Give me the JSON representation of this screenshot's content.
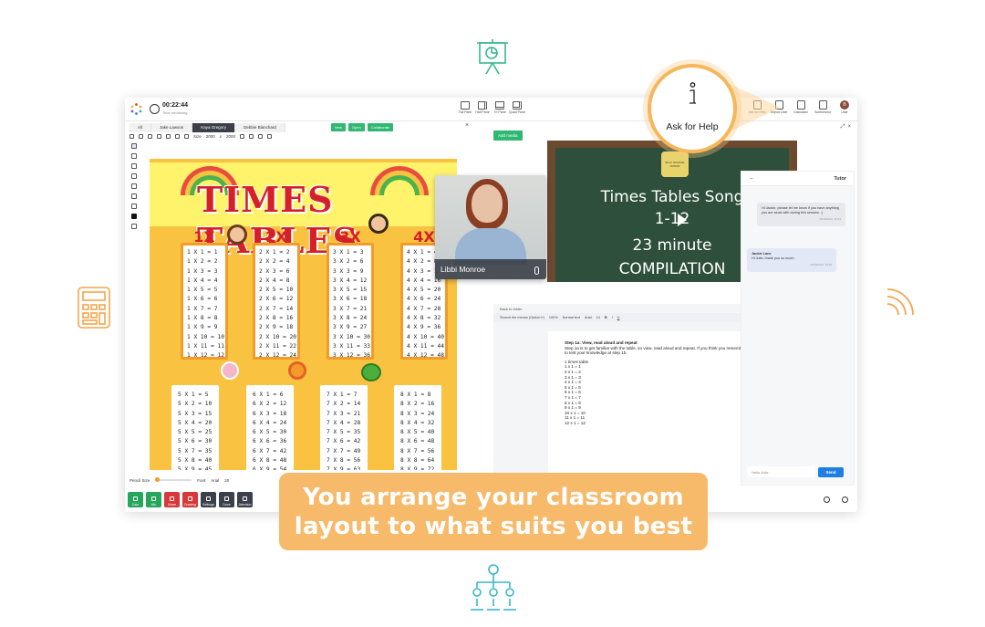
{
  "colors": {
    "accent_green": "#2eb872",
    "accent_orange": "#f7ba6b",
    "danger": "#d8383a",
    "dark": "#3b404a",
    "send_blue": "#1f7fe0"
  },
  "topbar": {
    "timer": "00:22:44",
    "timer_sub": "Time remaining",
    "panes": [
      "Full Pane",
      "Half Pane",
      "Tri Pane",
      "Quad Pane"
    ],
    "tools": [
      "Ask for Help",
      "Report User",
      "Calculator",
      "Screenshot",
      "User"
    ],
    "user_initial": "B"
  },
  "left_panel": {
    "tabs": [
      "All",
      "Jake Lawson",
      "Kaya Gregory",
      "Debbie Blanchard"
    ],
    "active_tab": 2,
    "actions": [
      "New",
      "Open",
      "Collaborate"
    ],
    "toolbar": {
      "size_label": "Size",
      "width": "2000",
      "x": "x",
      "height": "2000"
    },
    "poster": {
      "title": "TIMES TABLES",
      "top_heads": [
        "1X",
        "2X",
        "3X",
        "4X"
      ],
      "col1": [
        "1 X 1 = 1",
        "1 X 2 = 2",
        "1 X 3 = 3",
        "1 X 4 = 4",
        "1 X 5 = 5",
        "1 X 6 = 6",
        "1 X 7 = 7",
        "1 X 8 = 8",
        "1 X 9 = 9",
        "1 X 10 = 10",
        "1 X 11 = 11",
        "1 X 12 = 12"
      ],
      "col2": [
        "2 X 1 = 2",
        "2 X 2 = 4",
        "2 X 3 = 6",
        "2 X 4 = 8",
        "2 X 5 = 10",
        "2 X 6 = 12",
        "2 X 7 = 14",
        "2 X 8 = 16",
        "2 X 9 = 18",
        "2 X 10 = 20",
        "2 X 11 = 22",
        "2 X 12 = 24"
      ],
      "col3": [
        "3 X 1 = 3",
        "3 X 2 = 6",
        "3 X 3 = 9",
        "3 X 4 = 12",
        "3 X 5 = 15",
        "3 X 6 = 18",
        "3 X 7 = 21",
        "3 X 8 = 24",
        "3 X 9 = 27",
        "3 X 10 = 30",
        "3 X 11 = 33",
        "3 X 12 = 36"
      ],
      "col4": [
        "4 X 1 = 4",
        "4 X 2 = 8",
        "4 X 3 = 12",
        "4 X 4 = 16",
        "4 X 5 = 20",
        "4 X 6 = 24",
        "4 X 7 = 28",
        "4 X 8 = 32",
        "4 X 9 = 36",
        "4 X 10 = 40",
        "4 X 11 = 44",
        "4 X 12 = 48"
      ],
      "col5": [
        "5 X 1 = 5",
        "5 X 2 = 10",
        "5 X 3 = 15",
        "5 X 4 = 20",
        "5 X 5 = 25",
        "5 X 6 = 30",
        "5 X 7 = 35",
        "5 X 8 = 40",
        "5 X 9 = 45"
      ],
      "col6": [
        "6 X 1 = 6",
        "6 X 2 = 12",
        "6 X 3 = 18",
        "6 X 4 = 24",
        "6 X 5 = 30",
        "6 X 6 = 36",
        "6 X 7 = 42",
        "6 X 8 = 48",
        "6 X 9 = 54"
      ],
      "col7": [
        "7 X 1 = 7",
        "7 X 2 = 14",
        "7 X 3 = 21",
        "7 X 4 = 28",
        "7 X 5 = 35",
        "7 X 6 = 42",
        "7 X 7 = 49",
        "7 X 8 = 56",
        "7 X 9 = 63"
      ],
      "col8": [
        "8 X 1 = 8",
        "8 X 2 = 16",
        "8 X 3 = 24",
        "8 X 4 = 32",
        "8 X 5 = 40",
        "8 X 6 = 48",
        "8 X 7 = 56",
        "8 X 8 = 64",
        "8 X 9 = 72"
      ]
    },
    "pencil_bar": {
      "pencil_size": "Pencil Size",
      "font_label": "Font",
      "font": "Arial",
      "font_size": "20"
    },
    "bottom_buttons": [
      "Cam",
      "Mic",
      "Share",
      "Drawing",
      "Settings",
      "Done",
      "Attention"
    ]
  },
  "webcam": {
    "name": "Libbi Monroe"
  },
  "right_panel": {
    "add_media": "Add media",
    "video": {
      "line1": "Times Tables Song",
      "line2": "1-12",
      "line3": "23 minute",
      "line4": "COMPILATION",
      "badge": "SILLY SCHOOL SONGS"
    },
    "doc": {
      "back": "Back to folder",
      "search": "Search the menus (Option+/)",
      "zoom": "100%",
      "style": "Normal text",
      "font": "Arial",
      "size": "14",
      "heading": "Step 1a: View, read aloud and repeat",
      "intro1": "Step 1a is to get familiar with the table, so view, read aloud and repeat. If you think you remember it, go",
      "intro2": "to test your knowledge at step 1b.",
      "table_title": "1 times table",
      "lines": [
        "1 x 1 = 1",
        "2 x 1 = 2",
        "3 x 1 = 3",
        "4 x 1 = 4",
        "5 x 1 = 5",
        "6 x 1 = 6",
        "7 x 1 = 7",
        "8 x 1 = 8",
        "9 x 1 = 9",
        "10 x 1 = 10",
        "11 x 1 = 11",
        "12 x 1 = 12"
      ]
    }
  },
  "chat": {
    "title": "Tutor",
    "msg1": {
      "text": "Hi Jackie, please let me know if you have anything you are stuck with during this session. :)",
      "time": "06/09/2021 15:43"
    },
    "msg2": {
      "author": "Jackie Lane",
      "text": "Hi Julie, thank you so much.",
      "time": "06/09/2021 15:44"
    },
    "input_placeholder": "Hello Julie...",
    "send": "Send"
  },
  "help": {
    "label": "Ask for Help"
  },
  "banner": {
    "line1": "You arrange your classroom",
    "line2": "layout to what suits you best"
  },
  "icons": [
    "presentation-icon",
    "calculator-icon",
    "wifi-signal-icon",
    "org-chart-icon",
    "info-icon",
    "microphone-icon"
  ]
}
